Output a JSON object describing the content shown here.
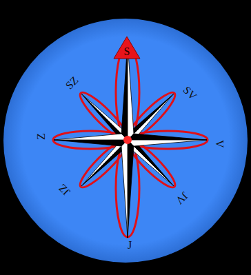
{
  "diagram": {
    "nodes": [
      {
        "text": [
          "S"
        ]
      }
    ],
    "labels": [
      "SV",
      "V",
      "JV",
      "J",
      "JZ",
      "Z",
      "SZ"
    ]
  }
}
